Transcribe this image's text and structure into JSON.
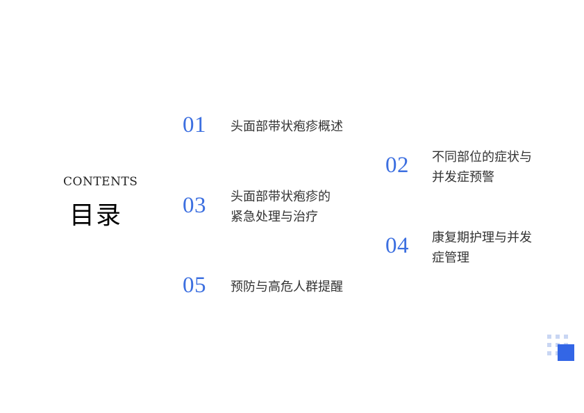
{
  "heading": {
    "english": "CONTENTS",
    "chinese": "目录"
  },
  "items": [
    {
      "number": "01",
      "lines": [
        "头面部带状疱疹概述"
      ]
    },
    {
      "number": "02",
      "lines": [
        "不同部位的症状与",
        "并发症预警"
      ]
    },
    {
      "number": "03",
      "lines": [
        "头面部带状疱疹的",
        "紧急处理与治疗"
      ]
    },
    {
      "number": "04",
      "lines": [
        "康复期护理与并发",
        "症管理"
      ]
    },
    {
      "number": "05",
      "lines": [
        "预防与高危人群提醒"
      ]
    }
  ],
  "colors": {
    "accent": "#3c6fe0",
    "deco_square": "#3366e6",
    "deco_dots": "#c9d6f3"
  }
}
